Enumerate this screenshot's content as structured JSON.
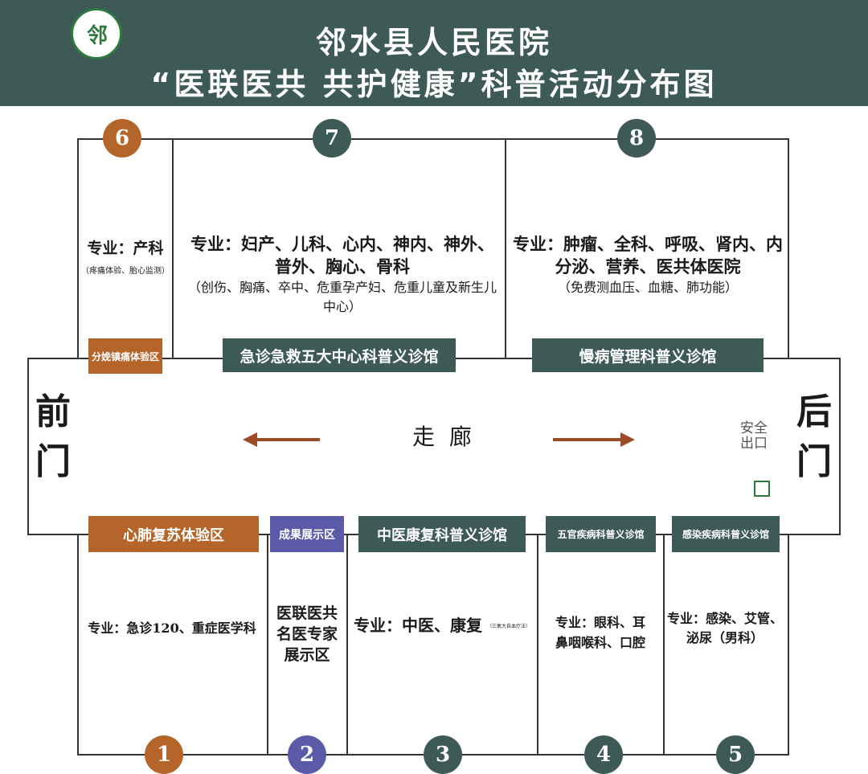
{
  "header": {
    "title_line1": "邻水县人民医院",
    "title_line2": "“医联医共  共护健康”科普活动分布图"
  },
  "logo": {
    "mark": "邻"
  },
  "doors": {
    "front": "前门",
    "back": "后门"
  },
  "corridor": {
    "label": "走  廊"
  },
  "top_rooms": [
    {
      "number": "6",
      "specialty": "专业：产科",
      "note": "（疼痛体验、胎心监测）"
    },
    {
      "number": "7",
      "specialty": "专业：妇产、儿科、心内、神内、神外、普外、胸心、骨科",
      "note": "（创伤、胸痛、卒中、危重孕产妇、危重儿童及新生儿中心）"
    },
    {
      "number": "8",
      "specialty": "专业：肿瘤、全科、呼吸、肾内、内分泌、营养、医共体医院",
      "note": "（免费测血压、血糖、肺功能）"
    }
  ],
  "top_banners": {
    "fenmian": "分娩镇痛体验区",
    "emergency": "急诊急救五大中心科普义诊馆",
    "chronic": "慢病管理科普义诊馆"
  },
  "bottom_banners": {
    "cpr": "心肺复苏体验区",
    "results": "成果展示区",
    "tcm": "中医康复科普义诊馆",
    "ent": "五官疾病科普义诊馆",
    "infect": "感染疾病科普义诊馆"
  },
  "bottom_rooms": [
    {
      "number": "1",
      "specialty": "专业：急诊120、重症医学科"
    },
    {
      "number": "2",
      "specialty": "医联医共名医专家展示区"
    },
    {
      "number": "3",
      "specialty": "专业：中医、康复",
      "note": "（三氧大自血疗法）"
    },
    {
      "number": "4",
      "specialty": "专业：眼科、耳鼻咽喉科、口腔"
    },
    {
      "number": "5",
      "specialty": "专业：感染、艾管、泌尿（男科）"
    }
  ],
  "signs": {
    "exit": "安全出口"
  },
  "colors": {
    "teal": "#3e5a57",
    "orange": "#b5652a",
    "purple": "#5b5aa8",
    "arrow": "#9b4a2a"
  }
}
